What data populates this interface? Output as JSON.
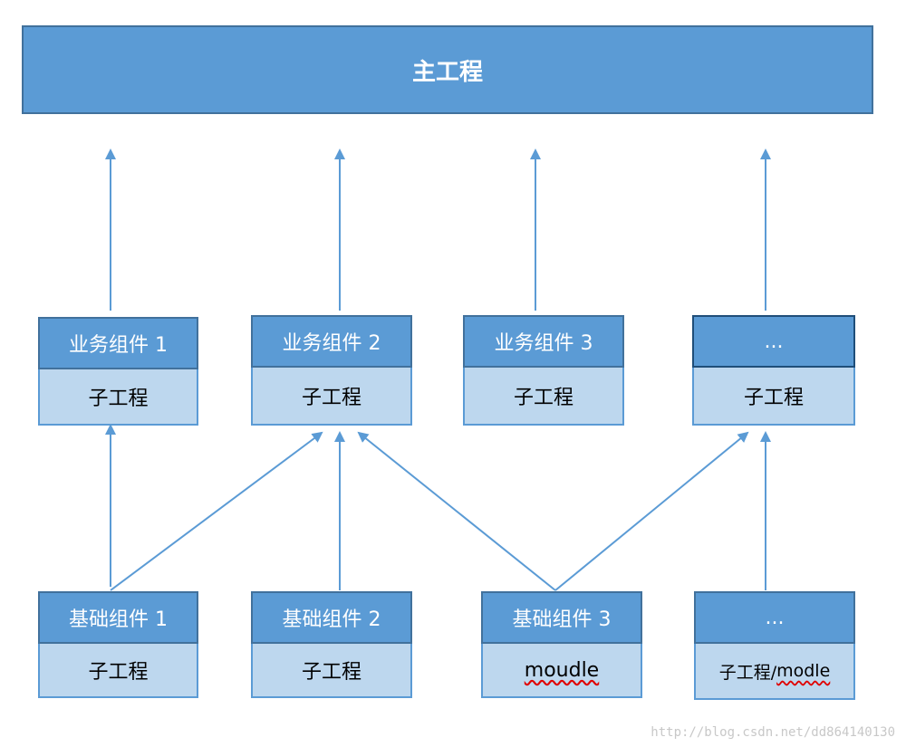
{
  "colors": {
    "header_fill": "#5b9bd5",
    "header_border": "#41719c",
    "sub_fill": "#bdd7ee",
    "arrow": "#5b9bd5"
  },
  "main": {
    "label": "主工程"
  },
  "business": [
    {
      "label": "业务组件 1",
      "sub": "子工程"
    },
    {
      "label": "业务组件 2",
      "sub": "子工程"
    },
    {
      "label": "业务组件 3",
      "sub": "子工程"
    },
    {
      "label": "...",
      "sub": "子工程"
    }
  ],
  "base": [
    {
      "label": "基础组件 1",
      "sub": "子工程"
    },
    {
      "label": "基础组件 2",
      "sub": "子工程"
    },
    {
      "label": "基础组件 3",
      "sub": "moudle"
    },
    {
      "label": "...",
      "sub_prefix": "子工程/",
      "sub_suffix": "modle"
    }
  ],
  "watermark": "http://blog.csdn.net/dd864140130"
}
